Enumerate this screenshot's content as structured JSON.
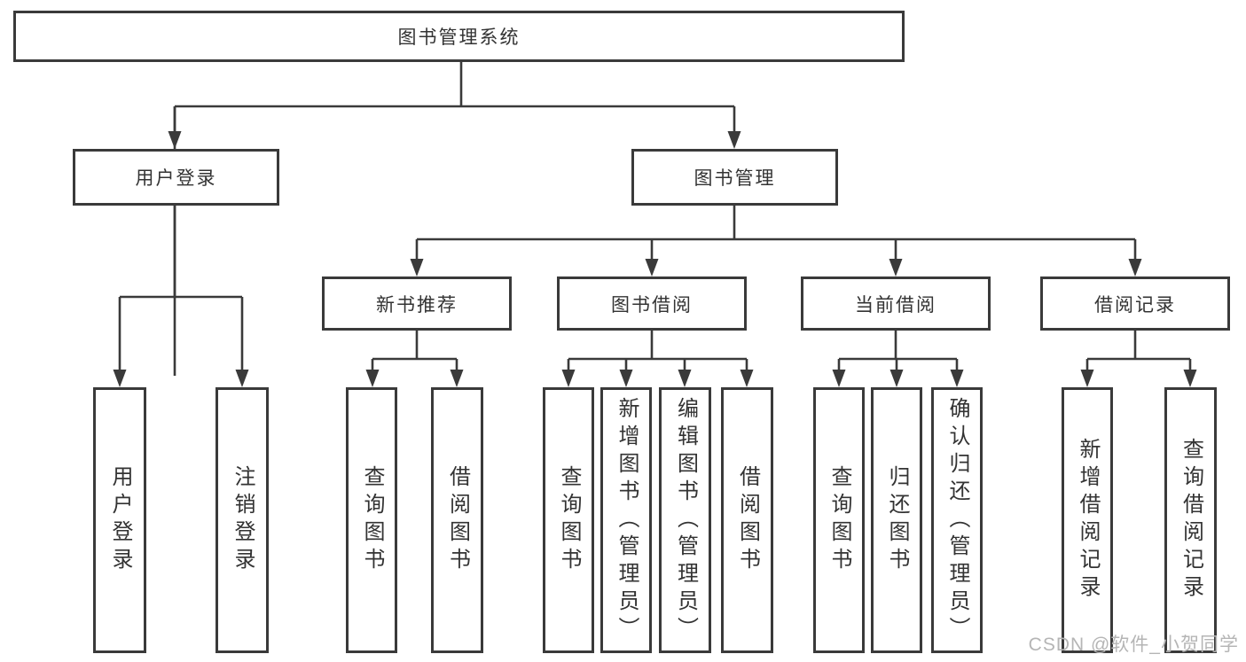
{
  "diagram": {
    "root": "图书管理系统",
    "level2": {
      "user_login": "用户登录",
      "book_mgmt": "图书管理"
    },
    "level3": {
      "new_books": "新书推荐",
      "book_borrow": "图书借阅",
      "current_borrow": "当前借阅",
      "borrow_records": "借阅记录"
    },
    "leaves": {
      "user_login": [
        "用户登录",
        "注销登录"
      ],
      "new_books": [
        "查询图书",
        "借阅图书"
      ],
      "book_borrow": [
        "查询图书",
        "新增图书（管理员）",
        "编辑图书（管理员）",
        "借阅图书"
      ],
      "current_borrow": [
        "查询图书",
        "归还图书",
        "确认归还（管理员）"
      ],
      "borrow_records": [
        "新增借阅记录",
        "查询借阅记录"
      ]
    }
  },
  "watermark": "CSDN @软件_小贺同学",
  "colors": {
    "line": "#3a3a3a",
    "text": "#333333",
    "watermark": "#b5b5b5",
    "background": "#ffffff"
  }
}
